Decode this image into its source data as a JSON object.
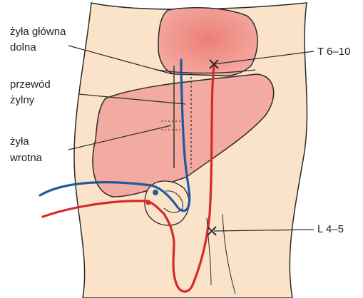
{
  "labels": {
    "vena_cava_line1": "żyła główna",
    "vena_cava_line2": "dolna",
    "ductus_line1": "przewód",
    "ductus_line2": "żylny",
    "portal_line1": "żyła",
    "portal_line2": "wrotna",
    "thoracic_level": "T 6–10",
    "lumbar_level": "L 4–5"
  },
  "colors": {
    "skin": "#fbe3c9",
    "organ": "#f3aaa0",
    "heart": "#ef8f86",
    "vein_blue": "#1f5aa0",
    "artery_red": "#d42a2a",
    "outline": "#2a2a2a"
  }
}
